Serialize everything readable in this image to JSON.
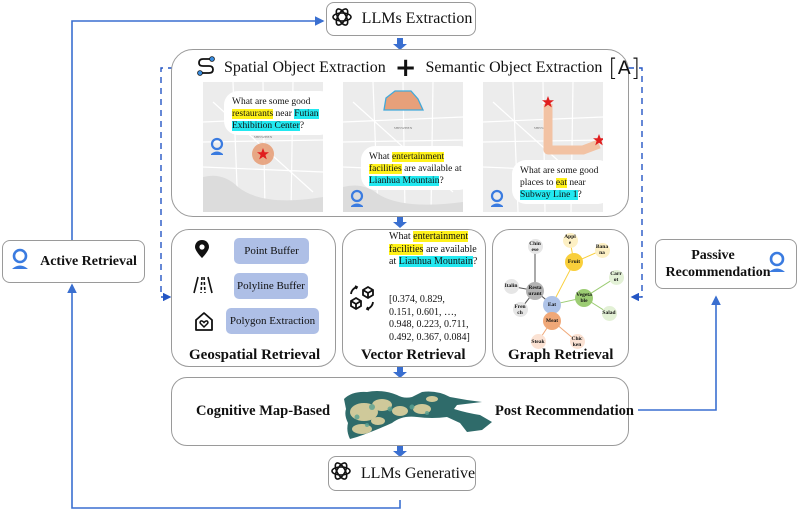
{
  "top_llm": {
    "label": "LLMs Extraction",
    "icon": "openai-logo-icon"
  },
  "bottom_llm": {
    "label": "LLMs Generative",
    "icon": "openai-logo-icon"
  },
  "extraction": {
    "spatial_label": "Spatial Object Extraction",
    "plus": "+",
    "semantic_label": "Semantic Object Extraction",
    "semantic_icon_glyph": "A",
    "map_label": "SHENZHEN",
    "examples": [
      {
        "parts": [
          {
            "text": "What are some good ",
            "hl": ""
          },
          {
            "text": "restaurants",
            "hl": "y"
          },
          {
            "text": " near ",
            "hl": ""
          },
          {
            "text": "Futian Exhibition Center",
            "hl": "c"
          },
          {
            "text": "?",
            "hl": ""
          }
        ],
        "geometry": "point"
      },
      {
        "parts": [
          {
            "text": "What ",
            "hl": ""
          },
          {
            "text": "entertainment facilities",
            "hl": "y"
          },
          {
            "text": " are available at ",
            "hl": ""
          },
          {
            "text": "Lianhua Mountain",
            "hl": "c"
          },
          {
            "text": "?",
            "hl": ""
          }
        ],
        "geometry": "polygon"
      },
      {
        "parts": [
          {
            "text": "What are some good places to ",
            "hl": ""
          },
          {
            "text": "eat",
            "hl": "y"
          },
          {
            "text": " near ",
            "hl": ""
          },
          {
            "text": "Subway Line 1",
            "hl": "c"
          },
          {
            "text": "?",
            "hl": ""
          }
        ],
        "geometry": "polyline"
      }
    ]
  },
  "geospatial": {
    "title": "Geospatial Retrieval",
    "items": [
      {
        "label": "Point Buffer",
        "icon": "map-pin-icon"
      },
      {
        "label": "Polyline Buffer",
        "icon": "road-icon"
      },
      {
        "label": "Polygon Extraction",
        "icon": "house-heart-icon"
      }
    ]
  },
  "vector": {
    "title": "Vector Retrieval",
    "query_parts": [
      {
        "text": "What ",
        "hl": ""
      },
      {
        "text": "entertainment facilities",
        "hl": "y"
      },
      {
        "text": " are available at ",
        "hl": ""
      },
      {
        "text": "Lianhua Mountain",
        "hl": "c"
      },
      {
        "text": "?",
        "hl": ""
      }
    ],
    "vector_lines": [
      "[0.374, 0.829,",
      "0.151, 0.601, …,",
      "0.948, 0.223, 0.711,",
      "0.492, 0.367, 0.084]"
    ]
  },
  "graph": {
    "title": "Graph Retrieval",
    "nodes": [
      {
        "id": "eat",
        "label": "Eat",
        "color": "#aec3e8",
        "size": "hub"
      },
      {
        "id": "restaurant",
        "label": "Resta urant",
        "color": "#b3b3b3",
        "size": "mid"
      },
      {
        "id": "fruit",
        "label": "Fruit",
        "color": "#f9cf3b",
        "size": "mid"
      },
      {
        "id": "vegetable",
        "label": "Vegeta ble",
        "color": "#9ccc73",
        "size": "mid"
      },
      {
        "id": "meat",
        "label": "Meat",
        "color": "#f0a878",
        "size": "mid"
      },
      {
        "id": "chinese",
        "label": "Chin ese",
        "color": "#e6e6e6",
        "size": "leaf"
      },
      {
        "id": "italian",
        "label": "Italin",
        "color": "#e6e6e6",
        "size": "leaf"
      },
      {
        "id": "french",
        "label": "Fren ch",
        "color": "#e6e6e6",
        "size": "leaf"
      },
      {
        "id": "apple",
        "label": "Appl e",
        "color": "#fdf0c4",
        "size": "leaf"
      },
      {
        "id": "banana",
        "label": "Bana na",
        "color": "#fdf0c4",
        "size": "leaf"
      },
      {
        "id": "carrot",
        "label": "Carr ot",
        "color": "#e3f1d6",
        "size": "leaf"
      },
      {
        "id": "salad",
        "label": "Salad",
        "color": "#e3f1d6",
        "size": "leaf"
      },
      {
        "id": "steak",
        "label": "Steak",
        "color": "#fbe2d3",
        "size": "leaf"
      },
      {
        "id": "chicken",
        "label": "Chic ken",
        "color": "#fbe2d3",
        "size": "leaf"
      }
    ],
    "edges": [
      [
        "eat",
        "restaurant"
      ],
      [
        "eat",
        "fruit"
      ],
      [
        "eat",
        "vegetable"
      ],
      [
        "eat",
        "meat"
      ],
      [
        "restaurant",
        "chinese"
      ],
      [
        "restaurant",
        "italian"
      ],
      [
        "restaurant",
        "french"
      ],
      [
        "fruit",
        "apple"
      ],
      [
        "fruit",
        "banana"
      ],
      [
        "vegetable",
        "carrot"
      ],
      [
        "vegetable",
        "salad"
      ],
      [
        "meat",
        "steak"
      ],
      [
        "meat",
        "chicken"
      ]
    ]
  },
  "active": {
    "label": "Active Retrieval",
    "icon": "user-location-icon"
  },
  "passive": {
    "label": "Passive Recommendation",
    "icon": "user-location-icon"
  },
  "cognitive": {
    "left": "Cognitive Map-Based",
    "right": "Post Recommendation"
  },
  "colors": {
    "arrow": "#3a6fd0",
    "dash": "#2456c4",
    "highlight_yellow": "#fff21a",
    "highlight_cyan": "#22e8f0",
    "pill": "#aebfe6",
    "map_teal": "#2f6b6a",
    "map_sand": "#cfc99a"
  }
}
